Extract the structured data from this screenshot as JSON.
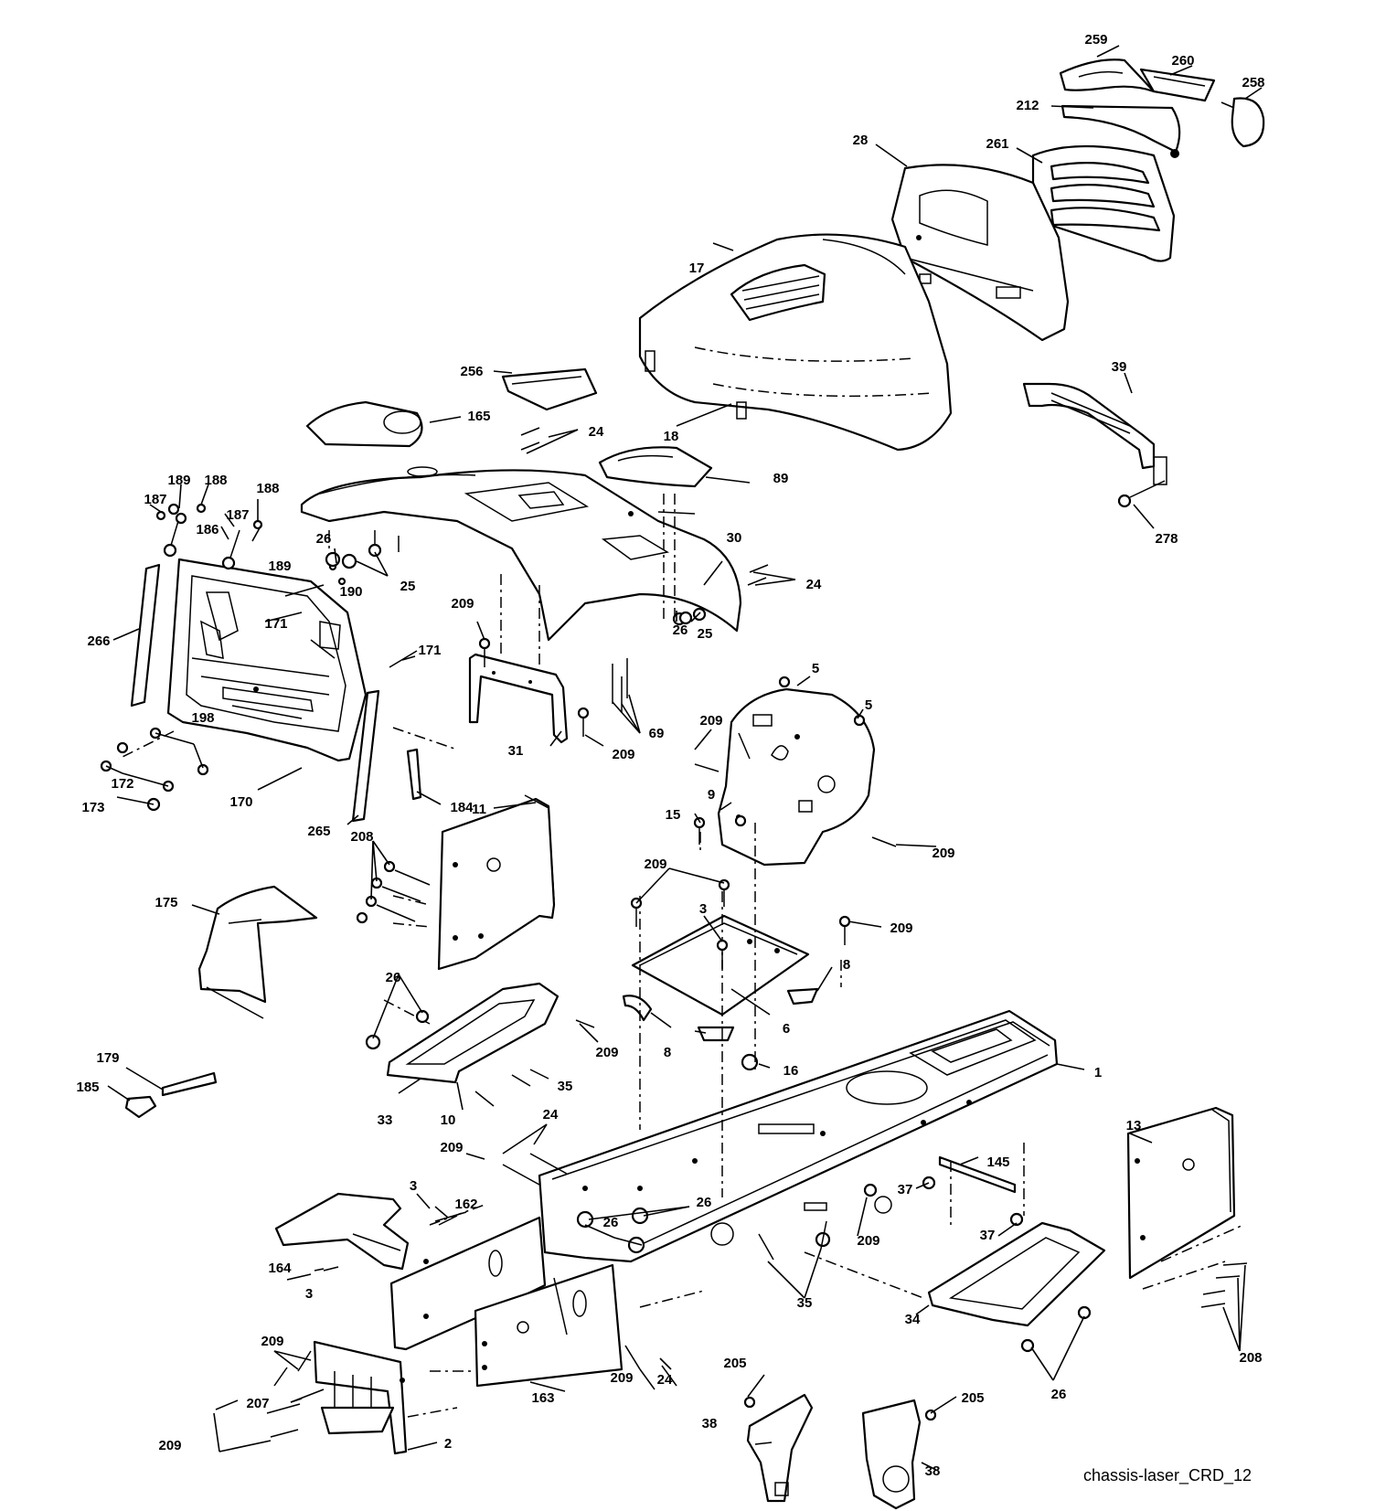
{
  "caption": "chassis-laser_CRD_12",
  "colors": {
    "line": "#000000",
    "background": "#ffffff"
  },
  "labels": [
    "259",
    "260",
    "258",
    "212",
    "28",
    "261",
    "17",
    "256",
    "165",
    "18",
    "39",
    "278",
    "24",
    "89",
    "189",
    "188",
    "187",
    "188",
    "187",
    "186",
    "189",
    "26",
    "25",
    "30",
    "24",
    "190",
    "266",
    "171",
    "171",
    "209",
    "26",
    "25",
    "69",
    "5",
    "5",
    "209",
    "198",
    "172",
    "173",
    "170",
    "184",
    "265",
    "31",
    "209",
    "9",
    "15",
    "209",
    "11",
    "208",
    "209",
    "175",
    "3",
    "209",
    "8",
    "26",
    "209",
    "6",
    "8",
    "16",
    "1",
    "179",
    "185",
    "33",
    "35",
    "10",
    "24",
    "209",
    "162",
    "3",
    "26",
    "26",
    "13",
    "145",
    "37",
    "37",
    "209",
    "164",
    "3",
    "209",
    "207",
    "35",
    "34",
    "209",
    "24",
    "163",
    "205",
    "205",
    "38",
    "38",
    "209",
    "2",
    "26",
    "208"
  ]
}
